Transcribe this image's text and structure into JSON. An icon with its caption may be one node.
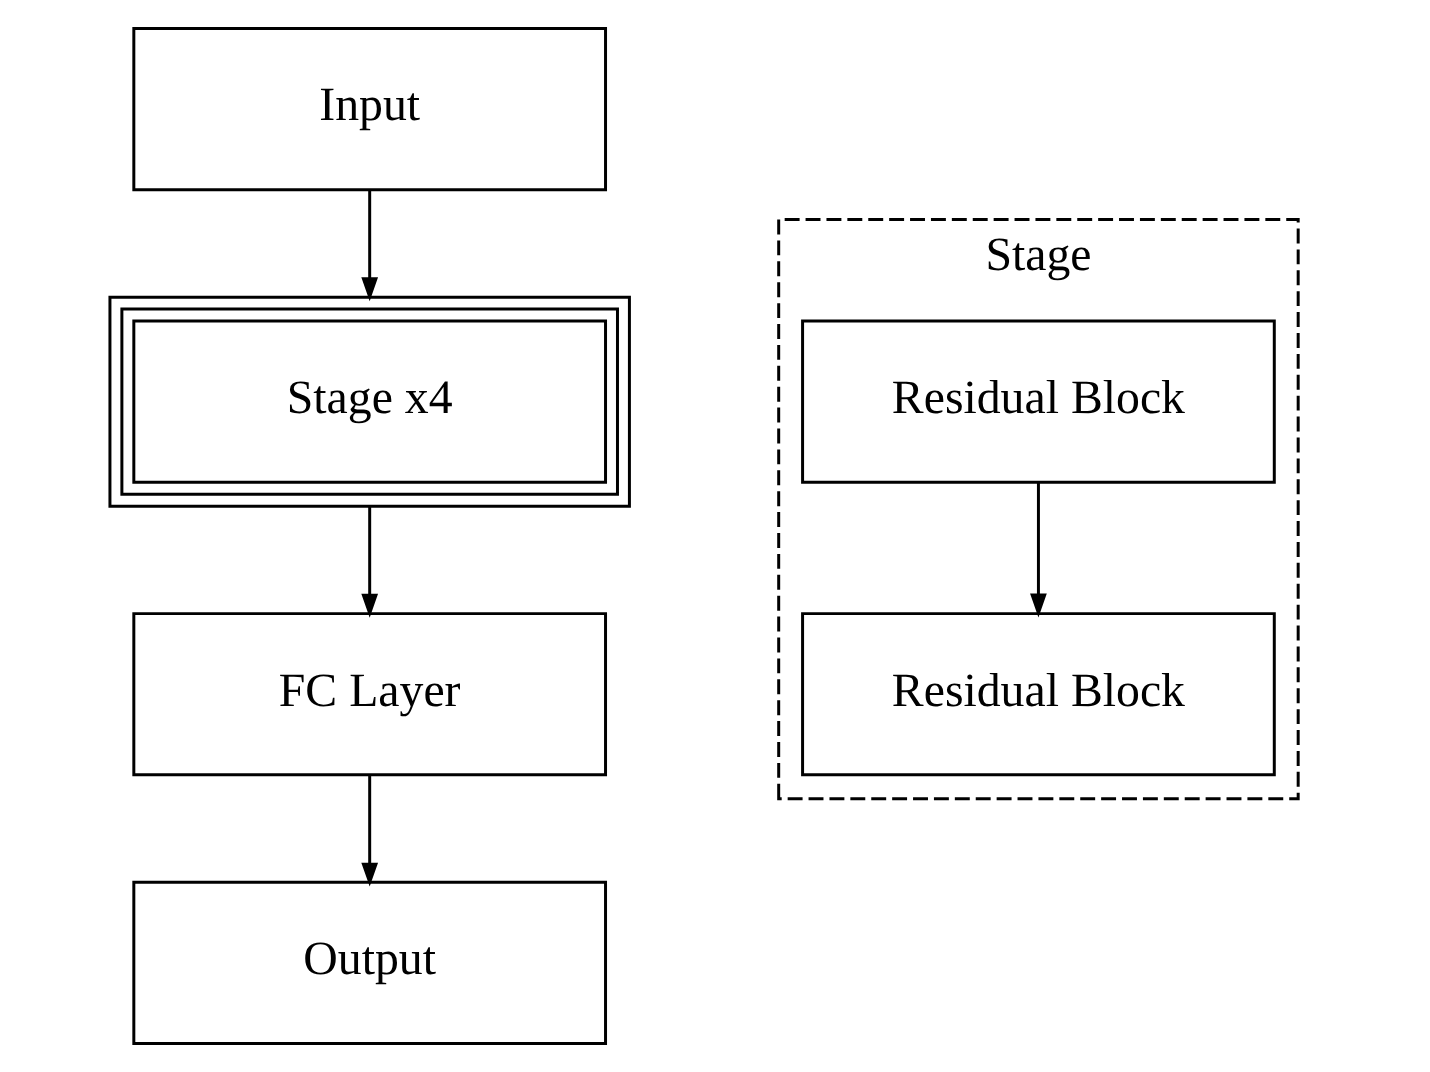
{
  "diagram": {
    "nodes": [
      {
        "text": [
          "Input"
        ]
      },
      {
        "text": [
          "Stage x4"
        ]
      },
      {
        "text": [
          "FC Layer"
        ]
      },
      {
        "text": [
          "Output"
        ]
      },
      {
        "text": [
          "Stage"
        ]
      },
      {
        "text": [
          "Residual Block"
        ],
        "in": 4
      },
      {
        "text": [
          "Residual Block"
        ],
        "in": 4
      }
    ],
    "edges": [
      {
        "from": 0,
        "to": 1,
        "arrow": "to"
      },
      {
        "from": 1,
        "to": 2,
        "arrow": "to"
      },
      {
        "from": 2,
        "to": 3,
        "arrow": "to"
      },
      {
        "from": 5,
        "to": 6,
        "arrow": "to"
      }
    ]
  }
}
